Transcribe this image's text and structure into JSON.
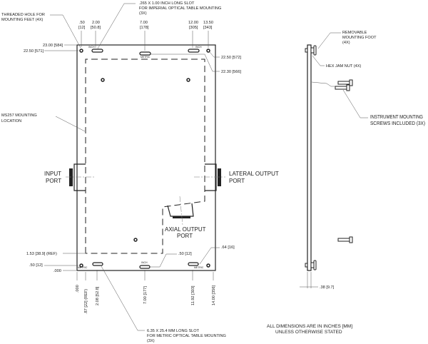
{
  "top_labels": {
    "threaded_hole": [
      "THREADED HOLE FOR",
      "MOUNTING FEET (4X)"
    ],
    "imperial_slot": [
      ".265 X 1.00 INCH LONG SLOT",
      "FOR IMPERIAL OPTICAL TABLE MOUNTING",
      "(3X)"
    ],
    "dim_050": [
      ".50",
      "[12]"
    ],
    "dim_200": [
      "2.00",
      "[50.8]"
    ],
    "dim_700": [
      "7.00",
      "[178]"
    ],
    "dim_1200": [
      "12.00",
      "[305]"
    ],
    "dim_1350": [
      "13.50",
      "[343]"
    ],
    "dim_2300": "23.00 [584]",
    "dim_2250_left": "22.50 [571]",
    "dim_2250_right": "22.50 [572]",
    "dim_2230": "22.30 [566]"
  },
  "slot_tags": {
    "inch": "INCH",
    "metric": "METRIC"
  },
  "side_labels": {
    "ms257": [
      "MS257 MOUNTING",
      "LOCATION"
    ],
    "input_port": [
      "INPUT",
      "PORT"
    ],
    "lateral_port": [
      "LATERAL OUTPUT",
      "PORT"
    ],
    "axial_port": [
      "AXIAL OUTPUT",
      "PORT"
    ],
    "dim_153": "1.53 [38.9] (REF)",
    "dim_050_left": ".50 [12]",
    "dim_000_left": ".000",
    "dim_050_mid": ".50 [12]",
    "dim_064": ".64 [16]"
  },
  "bottom_labels": {
    "dim_000": ".000",
    "dim_087": ".87 [22] (REF)",
    "dim_208": "2.08 [52.8]",
    "dim_700": "7.00 [177]",
    "dim_1192": "11.92 [303]",
    "dim_1400": "14.00 [356]",
    "metric_slot": [
      "6.35 X 25.4 MM LONG SLOT",
      "FOR METRIC OPTICAL TABLE MOUNTING",
      "(3X)"
    ]
  },
  "side_view": {
    "foot": [
      "REMOVABLE",
      "MOUNTING FOOT",
      "(4X)"
    ],
    "hex_nut": "HEX JAM NUT (4X)",
    "screws": [
      "INSTRUMENT MOUNTING",
      "SCREWS INCLUDED (3X)"
    ],
    "thickness": ".38 [9.7]"
  },
  "note": [
    "ALL DIMENSIONS ARE IN INCHES [MM]",
    "UNLESS OTHERWISE STATED"
  ]
}
